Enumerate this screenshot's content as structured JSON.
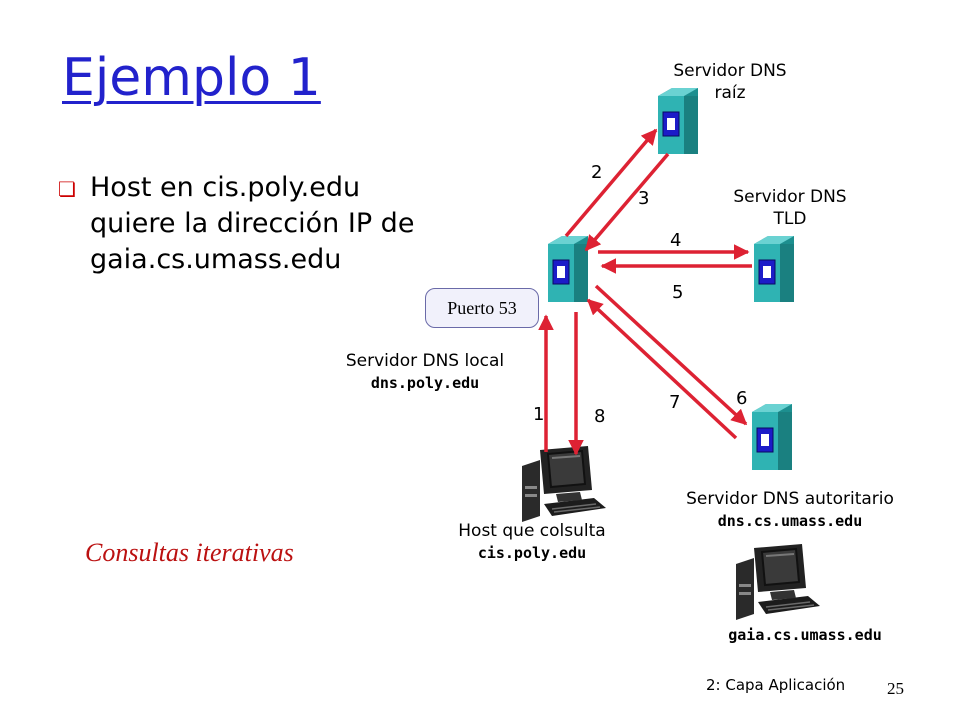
{
  "slide": {
    "title": "Ejemplo 1",
    "bullet": "Host en cis.poly.edu quiere la dirección  IP de gaia.cs.umass.edu",
    "query_mode": "Consultas iterativas",
    "port_label": "Puerto 53",
    "footer_chapter": "2: Capa Aplicación",
    "footer_page": "25"
  },
  "nodes": {
    "root": {
      "line1": "Servidor DNS",
      "line2": "raíz"
    },
    "tld": {
      "line1": "Servidor DNS",
      "line2": "TLD"
    },
    "local": {
      "line1": "Servidor DNS local",
      "host": "dns.poly.edu"
    },
    "authoritative": {
      "line1": "Servidor DNS autoritario",
      "host": "dns.cs.umass.edu"
    },
    "querying_host": {
      "line1": "Host que colsulta",
      "host": "cis.poly.edu"
    },
    "target_host": {
      "host": "gaia.cs.umass.edu"
    }
  },
  "steps": [
    "1",
    "2",
    "3",
    "4",
    "5",
    "6",
    "7",
    "8"
  ],
  "colors": {
    "title": "#2222cc",
    "arrow": "#dd2233",
    "server_body": "#2aa8a8",
    "query_mode": "#bb1111"
  }
}
